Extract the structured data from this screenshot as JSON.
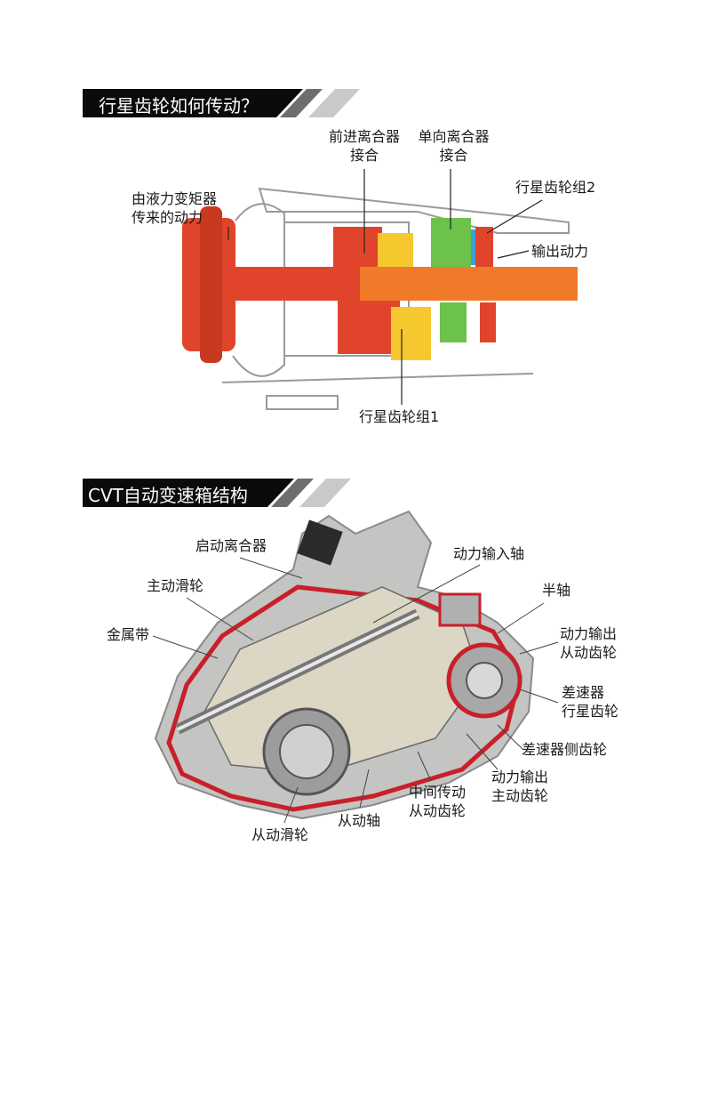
{
  "section1": {
    "title": "行星齿轮如何传动？",
    "labels": {
      "forward_clutch": [
        "前进离合器",
        "接合"
      ],
      "oneway_clutch": [
        "单向离合器",
        "接合"
      ],
      "planetary2": "行星齿轮组2",
      "input_power": [
        "由液力变矩器",
        "传来的动力"
      ],
      "output_power": "输出动力",
      "planetary1": "行星齿轮组1"
    }
  },
  "section2": {
    "title": "CVT自动变速箱结构",
    "labels": {
      "start_clutch": "启动离合器",
      "input_shaft": "动力输入轴",
      "drive_pulley": "主动滑轮",
      "half_shaft": "半轴",
      "metal_belt": "金属带",
      "output_driven_gear": [
        "动力输出",
        "从动齿轮"
      ],
      "diff_planetary": [
        "差速器",
        "行星齿轮"
      ],
      "diff_side_gear": "差速器侧齿轮",
      "intermediate_driven_gear": [
        "中间传动",
        "从动齿轮"
      ],
      "output_drive_gear": [
        "动力输出",
        "主动齿轮"
      ],
      "driven_shaft": "从动轴",
      "driven_pulley": "从动滑轮"
    }
  },
  "colors": {
    "header": "#0b0b0b",
    "red": "#e0452c",
    "orange": "#f07a2a",
    "yellow": "#f5c830",
    "green": "#6cc24a",
    "blue": "#3aa0d8",
    "cvt_red": "#c8202a"
  }
}
